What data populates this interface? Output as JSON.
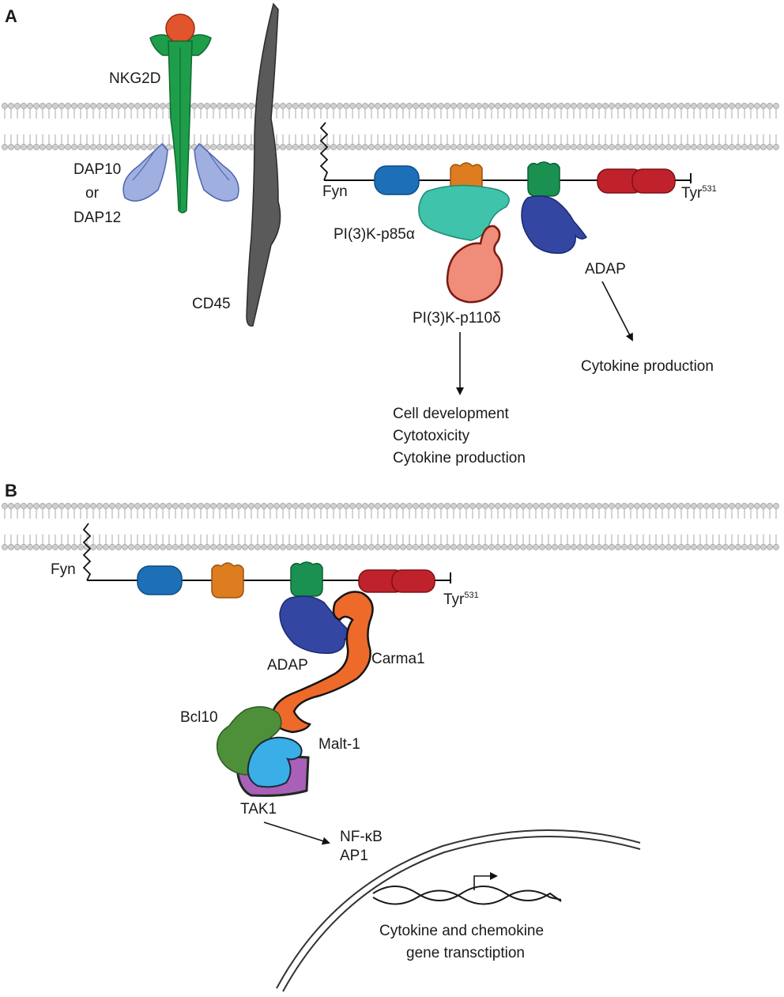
{
  "panel_a": {
    "letter": "A",
    "labels": {
      "nkg2d": "NKG2D",
      "dap10": "DAP10",
      "or": "or",
      "dap12": "DAP12",
      "cd45": "CD45",
      "fyn": "Fyn",
      "tyr": "Tyr",
      "tyr_sup": "531",
      "p85": "PI(3)K-p85α",
      "p110": "PI(3)K-p110δ",
      "adap": "ADAP"
    },
    "outcomes_p110": [
      "Cell development",
      "Cytotoxicity",
      "Cytokine production"
    ],
    "outcome_adap": "Cytokine production"
  },
  "panel_b": {
    "letter": "B",
    "labels": {
      "fyn": "Fyn",
      "tyr": "Tyr",
      "tyr_sup": "531",
      "adap": "ADAP",
      "carma1": "Carma1",
      "bcl10": "Bcl10",
      "malt1": "Malt-1",
      "tak1": "TAK1",
      "nfkb": "NF-κB",
      "ap1": "AP1"
    },
    "nucleus_text": [
      "Cytokine and chemokine",
      "gene transctiption"
    ]
  },
  "colors": {
    "membrane_head": "#cfcfcf",
    "nkg2d": "#1e9e4a",
    "nkg2d_ligand": "#e2542b",
    "dap": "#9fb0e0",
    "cd45": "#5a5a5a",
    "sh3": "#1d6fb8",
    "sh2": "#dd7d20",
    "kinase_n": "#1a9150",
    "kinase_c": "#c0222b",
    "p85": "#3fc3aa",
    "p110": "#f08c7a",
    "adap": "#3346a2",
    "carma1": "#ee6a2a",
    "bcl10": "#4e8f3a",
    "malt1": "#3aaee6",
    "tak1": "#a960b8"
  }
}
